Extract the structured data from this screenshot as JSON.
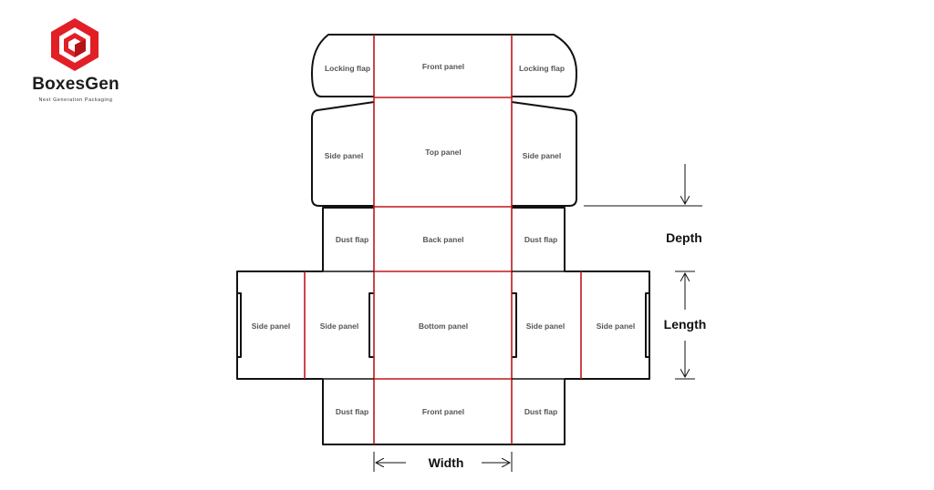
{
  "brand": {
    "name": "BoxesGen",
    "tagline": "Next Generation Packaging",
    "logo_icon": "hexagon-cube-logo",
    "accent_color": "#e21f26"
  },
  "colors": {
    "cut_line": "#111111",
    "fold_line": "#c0161c",
    "label_text": "#555555"
  },
  "panels": {
    "locking_flap_left": "Locking flap",
    "front_panel_top": "Front panel",
    "locking_flap_right": "Locking flap",
    "side_panel_upper_left": "Side panel",
    "top_panel": "Top panel",
    "side_panel_upper_right": "Side panel",
    "dust_flap_upper_left": "Dust flap",
    "back_panel": "Back panel",
    "dust_flap_upper_right": "Dust flap",
    "side_panel_outer_left": "Side panel",
    "side_panel_inner_left": "Side panel",
    "bottom_panel": "Bottom panel",
    "side_panel_inner_right": "Side panel",
    "side_panel_outer_right": "Side panel",
    "dust_flap_lower_left": "Dust flap",
    "front_panel_bottom": "Front panel",
    "dust_flap_lower_right": "Dust flap"
  },
  "dimensions": {
    "depth": "Depth",
    "length": "Length",
    "width": "Width"
  }
}
